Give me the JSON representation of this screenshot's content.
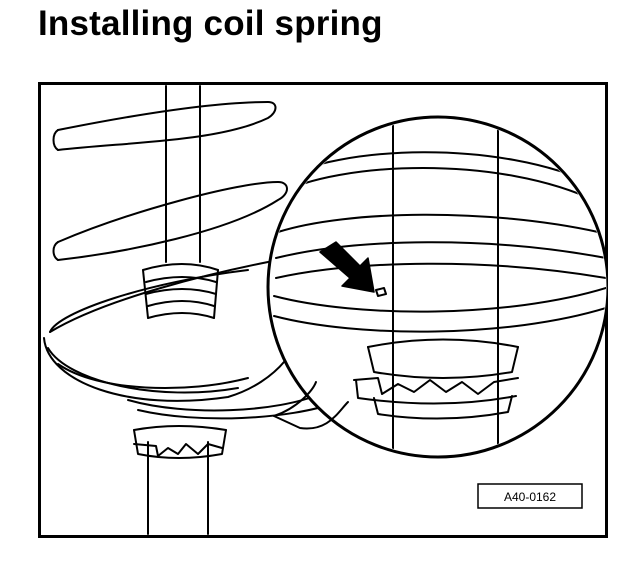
{
  "page": {
    "title": "Installing coil spring"
  },
  "figure": {
    "code": "A40-0162",
    "icons": [
      "coil-spring",
      "shock-absorber-strut",
      "spring-seat",
      "detail-magnifier-circle",
      "pointer-arrow"
    ]
  }
}
